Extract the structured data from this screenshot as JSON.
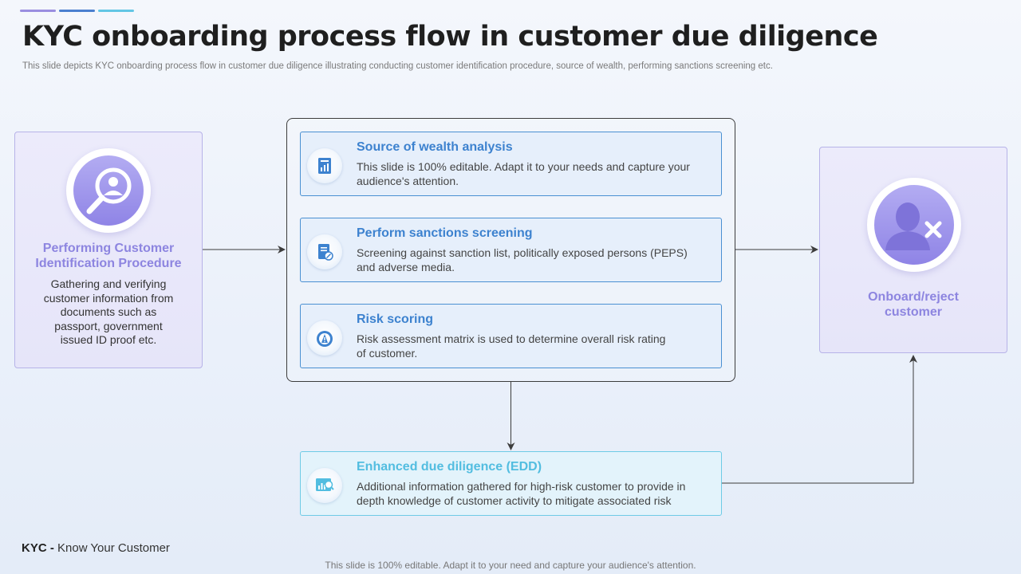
{
  "title": "KYC onboarding process flow in customer due diligence",
  "subtitle": "This slide depicts KYC onboarding process flow in customer due diligence illustrating conducting customer identification procedure, source of wealth, performing sanctions screening etc.",
  "colors": {
    "deco_bars": [
      "#9a8ee0",
      "#4a7fcf",
      "#63c6e5"
    ],
    "accent_purple": "#8d85e0",
    "accent_blue": "#3d82cf",
    "accent_cyan": "#52bde0"
  },
  "left_card": {
    "icon": "magnifier-user-icon",
    "title_line1": "Performing Customer",
    "title_line2": "Identification Procedure",
    "desc_lines": [
      "Gathering and verifying",
      "customer information from",
      "documents such as",
      "passport, government",
      "issued ID proof etc."
    ]
  },
  "steps": [
    {
      "icon": "report-chart-icon",
      "title": "Source of wealth analysis",
      "desc_line1": "This slide is 100% editable. Adapt it to your needs and capture your",
      "desc_line2": "audience's attention."
    },
    {
      "icon": "document-check-icon",
      "title": "Perform sanctions screening",
      "desc_line1": "Screening against sanction list, politically exposed persons (PEPS)",
      "desc_line2": "and adverse media."
    },
    {
      "icon": "risk-gauge-icon",
      "title": "Risk scoring",
      "desc_line1": "Risk assessment matrix is used to determine overall risk rating",
      "desc_line2": "of customer."
    }
  ],
  "edd": {
    "icon": "analytics-search-icon",
    "title": "Enhanced due diligence (EDD)",
    "desc_line1": "Additional information gathered for high-risk customer to provide in",
    "desc_line2": "depth knowledge of customer activity to mitigate associated risk"
  },
  "right_card": {
    "icon": "user-reject-icon",
    "title_line1": "Onboard/reject",
    "title_line2": "customer"
  },
  "footnote": {
    "abbr": "KYC -",
    "expansion": " Know Your Customer"
  },
  "bottom_note": "This slide is 100% editable. Adapt it to your need and capture your audience's attention."
}
